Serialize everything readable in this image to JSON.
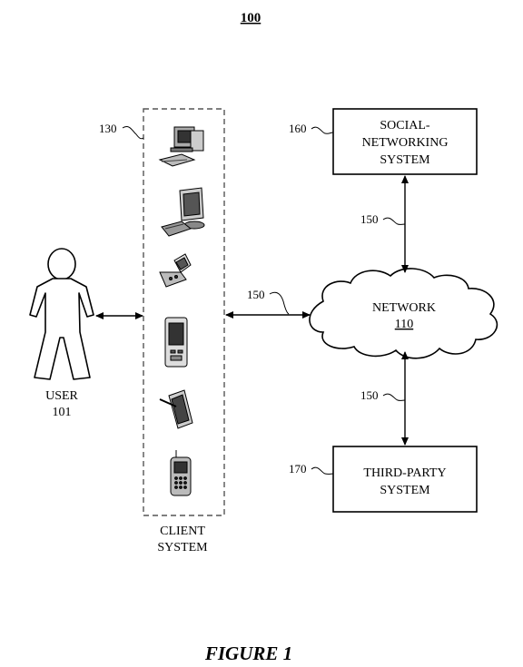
{
  "figure": {
    "number": "100",
    "caption": "FIGURE 1"
  },
  "user": {
    "label": "USER",
    "number": "101"
  },
  "client_system": {
    "ref": "130",
    "label_line1": "CLIENT",
    "label_line2": "SYSTEM",
    "devices": [
      "desktop-computer",
      "monitor-keyboard",
      "flip-phone",
      "pda",
      "tablet-with-stylus",
      "cell-phone"
    ]
  },
  "network": {
    "label": "NETWORK",
    "number": "110"
  },
  "social_networking_system": {
    "ref": "160",
    "line1": "SOCIAL-",
    "line2": "NETWORKING",
    "line3": "SYSTEM"
  },
  "third_party_system": {
    "ref": "170",
    "line1": "THIRD-PARTY",
    "line2": "SYSTEM"
  },
  "links": {
    "client_network": "150",
    "social_network": "150",
    "network_thirdparty": "150"
  }
}
